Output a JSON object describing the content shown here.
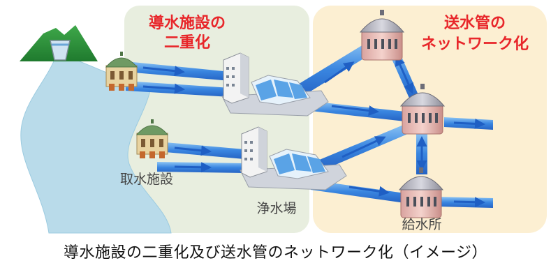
{
  "labels": {
    "headrace_title_line1": "導水施設の",
    "headrace_title_line2": "二重化",
    "transmission_title_line1": "送水管の",
    "transmission_title_line2": "ネットワーク化",
    "intake": "取水施設",
    "purification_plant": "浄水場",
    "distribution_reservoir": "給水所"
  },
  "caption": "導水施設の二重化及び送水管のネットワーク化（イメージ）",
  "colors": {
    "accent_red": "#e8262a",
    "headrace_zone": "#e8eedf",
    "network_zone": "#fcefd2",
    "river": "#b9dbea",
    "pipe": "#3a86e0",
    "arrow": "#1f5fc4"
  }
}
